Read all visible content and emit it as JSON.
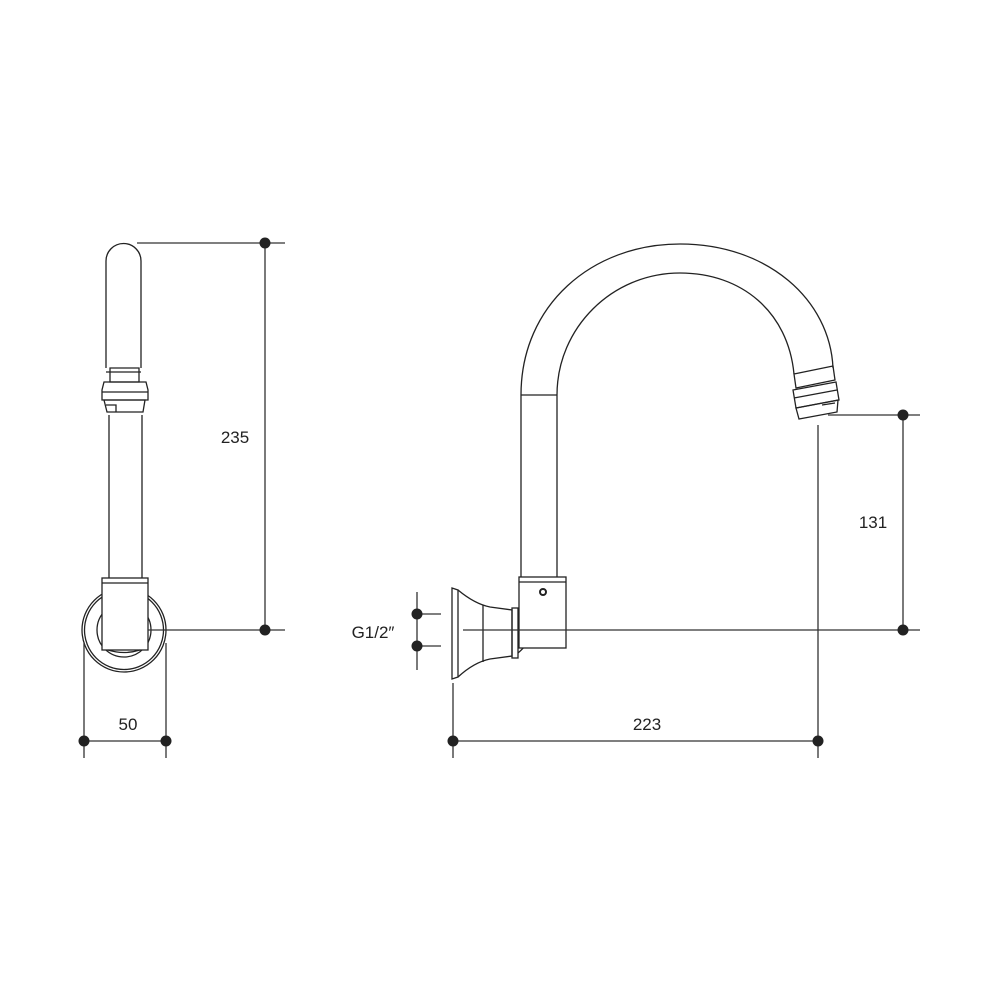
{
  "drawing": {
    "side_view": {
      "height_label": "235",
      "width_label": "50"
    },
    "front_view": {
      "outlet_height_label": "131",
      "reach_label": "223",
      "thread_label": "G1/2″"
    }
  },
  "colors": {
    "line": "#222222",
    "background": "#ffffff"
  }
}
